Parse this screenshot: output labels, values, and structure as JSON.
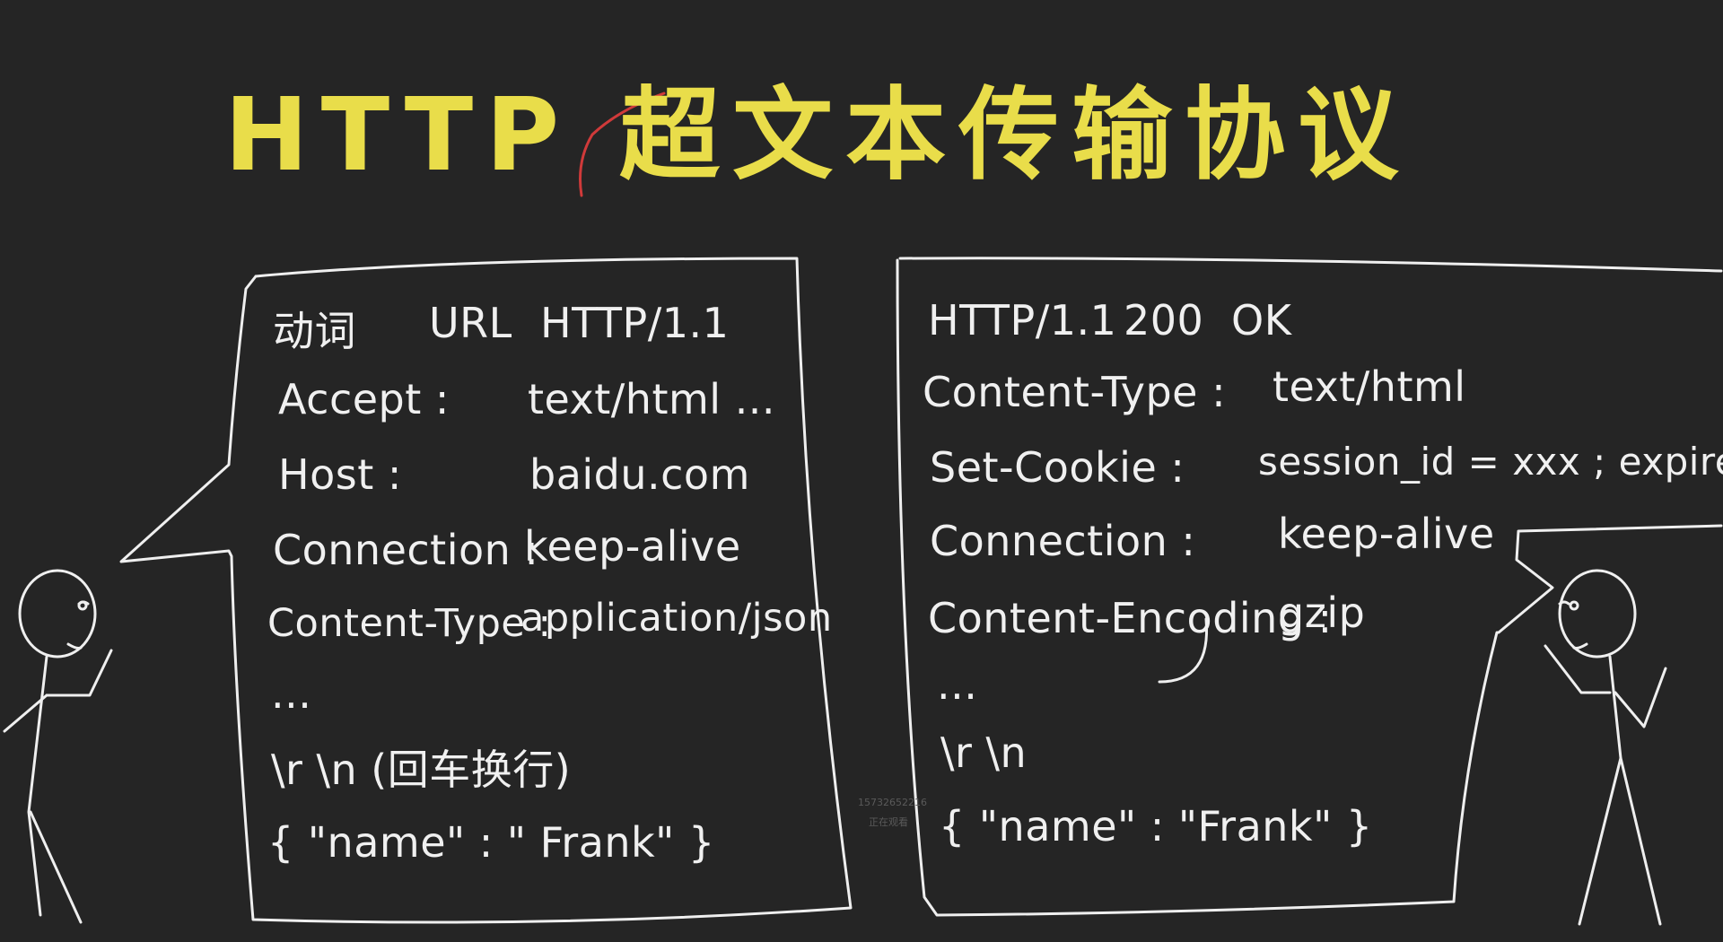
{
  "title": "HTTP 超文本传输协议",
  "request": {
    "start_line": [
      "动词",
      "URL",
      "HTTP/1.1"
    ],
    "headers": [
      {
        "key": "Accept :",
        "value": "text/html ..."
      },
      {
        "key": "Host :",
        "value": "baidu.com"
      },
      {
        "key": "Connection :",
        "value": "keep-alive"
      },
      {
        "key": "Content-Type :",
        "value": "application/json"
      }
    ],
    "ellipsis": "...",
    "crlf": "\\r \\n (回车换行)",
    "body": "{ \"name\" : \" Frank\" }"
  },
  "response": {
    "status_line": [
      "HTTP/1.1",
      "200",
      "OK"
    ],
    "headers": [
      {
        "key": "Content-Type :",
        "value": "text/html"
      },
      {
        "key": "Set-Cookie :",
        "value": "session_id = xxx ; expires..."
      },
      {
        "key": "Connection :",
        "value": "keep-alive"
      },
      {
        "key": "Content-Encoding :",
        "value": "gzip"
      }
    ],
    "ellipsis": "...",
    "crlf": "\\r \\n",
    "body": "{ \"name\" : \"Frank\" }"
  },
  "watermark": [
    "15732652216",
    "正在观看"
  ],
  "colors": {
    "background": "#252525",
    "title": "#e9dd4a",
    "ink": "#efefef",
    "strike": "#d03a3a"
  }
}
